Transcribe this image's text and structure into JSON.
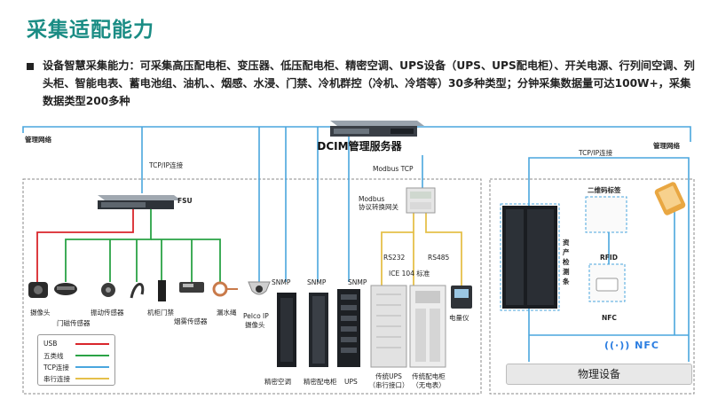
{
  "title": "采集适配能力",
  "description": "设备智慧采集能力：可采集高压配电柜、变压器、低压配电柜、精密空调、UPS设备（UPS、UPS配电柜）、开关电源、行列间空调、列头柜、智能电表、蓄电池组、油机、、烟感、水浸、门禁、冷机群控（冷机、冷塔等）30多种类型；分钟采集数据量可达100W+，采集数据类型200多种",
  "server": {
    "label": "DCIM管理服务器"
  },
  "network": {
    "mgmt_left": "管理网络",
    "mgmt_right": "管理网络",
    "tcp_left": "TCP/IP连接",
    "tcp_right": "TCP/IP连接",
    "modbus": "Modbus TCP"
  },
  "fsu": {
    "label": "FSU"
  },
  "gateway": {
    "label": "Modbus\n协议转换网关",
    "rs232": "RS232",
    "rs485": "RS485",
    "ice": "ICE 104 标准"
  },
  "snmp_labels": [
    "SNMP",
    "SNMP",
    "SNMP"
  ],
  "sensors": [
    {
      "name": "摄像头"
    },
    {
      "name": "门磁传感器"
    },
    {
      "name": "振动传感器"
    },
    {
      "name": "机柜门禁"
    },
    {
      "name": "烟雾传感器"
    },
    {
      "name": "漏水绳"
    }
  ],
  "pelco": {
    "line1": "Pelco IP",
    "line2": "摄像头"
  },
  "devices": [
    {
      "name": "精密空调"
    },
    {
      "name": "精密配电柜"
    },
    {
      "name": "UPS"
    },
    {
      "name": "传统UPS",
      "sub": "（串行接口）"
    },
    {
      "name": "传统配电柜",
      "sub": "（无电表）"
    },
    {
      "name": "电量仪"
    }
  ],
  "right_panel": {
    "asset_label": "资产检测条",
    "qr_label": "二维码标签",
    "rfid_label": "RFID",
    "nfc_label": "NFC",
    "nfc_badge": "((·)) NFC",
    "physical": "物理设备"
  },
  "legend": [
    {
      "name": "USB",
      "color": "#d9262b"
    },
    {
      "name": "五类线",
      "color": "#2aa346"
    },
    {
      "name": "TCP连接",
      "color": "#4aa6de"
    },
    {
      "name": "串行连接",
      "color": "#e5c04a"
    }
  ],
  "colors": {
    "accent": "#1a8c84",
    "usb": "#d9262b",
    "cat5": "#2aa346",
    "tcp": "#4aa6de",
    "serial": "#e5c04a"
  }
}
